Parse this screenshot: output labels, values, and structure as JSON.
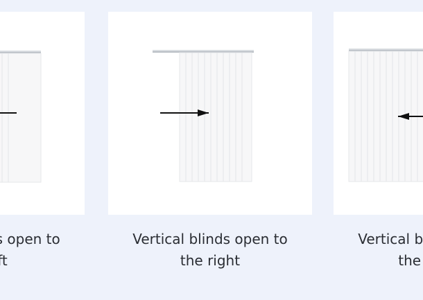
{
  "products": [
    {
      "caption_line1": "Vertical blinds open to",
      "caption_line2": "the left",
      "arrow": "arrow-left-icon"
    },
    {
      "caption_line1": "Vertical blinds open to",
      "caption_line2": "the right",
      "arrow": "arrow-right-icon"
    },
    {
      "caption_line1": "Vertical blinds open to",
      "caption_line2": "the middle",
      "arrow": "arrow-left-icon"
    }
  ],
  "colors": {
    "background": "#eef2fb",
    "card": "#ffffff",
    "text": "#2a2d33"
  }
}
